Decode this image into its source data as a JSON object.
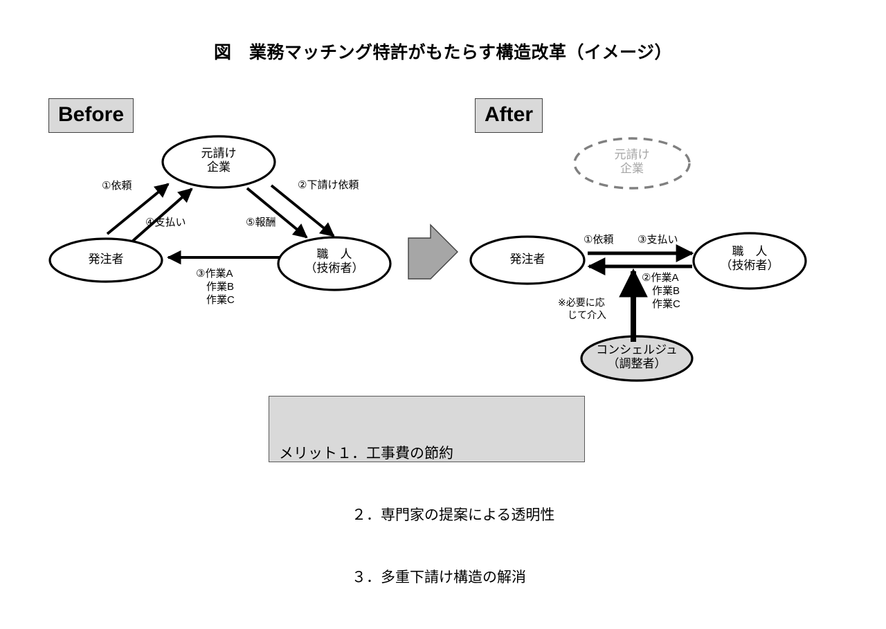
{
  "title": "図　業務マッチング特許がもたらす構造改革（イメージ）",
  "phases": {
    "before_label": "Before",
    "after_label": "After"
  },
  "before": {
    "nodes": {
      "prime": "元請け\n企業",
      "client": "発注者",
      "craftsman": "職　人\n（技術者）"
    },
    "edges": {
      "request": "①依頼",
      "subcontract": "②下請け依頼",
      "works": "③作業A\n　作業B\n　作業C",
      "payment": "④支払い",
      "reward": "⑤報酬"
    }
  },
  "after": {
    "nodes": {
      "prime_removed": "元請け\n企業",
      "client": "発注者",
      "craftsman": "職　人\n（技術者）",
      "concierge": "コンシェルジュ\n（調整者）"
    },
    "edges": {
      "request": "①依頼",
      "works": "②作業A\n　作業B\n　作業C",
      "payment": "③支払い",
      "intervene": "※必要に応\n　じて介入"
    }
  },
  "merits": {
    "line1": "メリット１．工事費の節約",
    "line2": "　　　　　２．専門家の提案による透明性",
    "line3": "　　　　　３．多重下請け構造の解消"
  },
  "colors": {
    "stroke": "#000000",
    "ghost_stroke": "#808080",
    "ghost_text": "#a6a6a6",
    "label_fill": "#d9d9d9",
    "concierge_fill": "#d9d9d9",
    "transition_arrow_fill": "#a6a6a6",
    "transition_arrow_stroke": "#404040",
    "background": "#ffffff"
  }
}
